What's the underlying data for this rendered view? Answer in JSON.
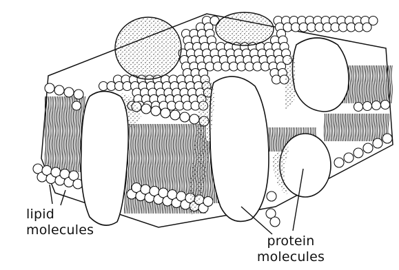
{
  "labels": {
    "lipid_line1": "lipid",
    "lipid_line2": "molecules",
    "protein_line1": "protein",
    "protein_line2": "molecules"
  },
  "colors": {
    "ink": "#111111",
    "paper": "#ffffff"
  }
}
